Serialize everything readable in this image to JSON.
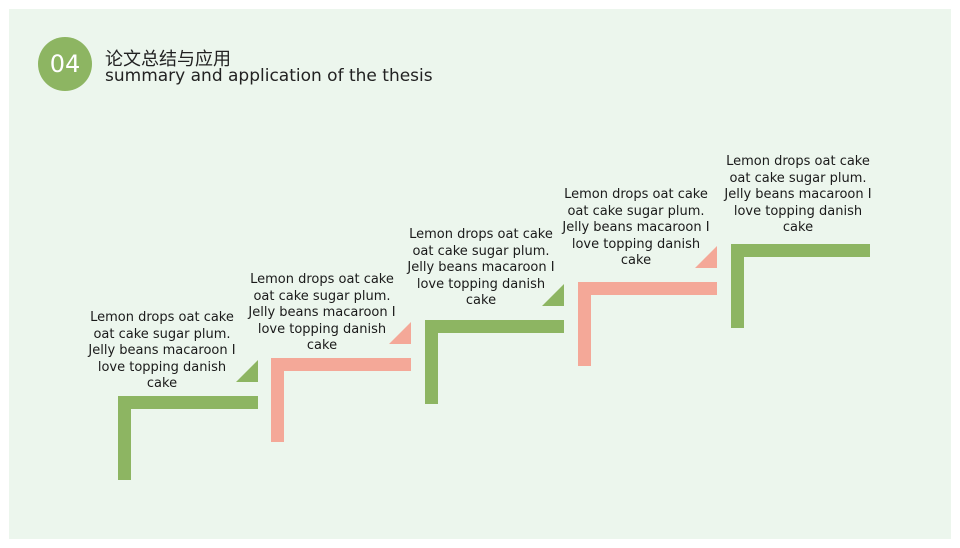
{
  "header": {
    "number": "04",
    "title_cn": "论文总结与应用",
    "title_en": "summary and application of the thesis"
  },
  "colors": {
    "background": "#ecf6ed",
    "green": "#8db562",
    "pink": "#f4a898"
  },
  "steps": [
    {
      "text": "Lemon drops oat cake oat cake sugar plum. Jelly beans macaroon I love topping danish cake",
      "color": "green"
    },
    {
      "text": "Lemon drops oat cake oat cake sugar plum. Jelly beans macaroon I love topping danish cake",
      "color": "pink"
    },
    {
      "text": "Lemon drops oat cake oat cake sugar plum. Jelly beans macaroon I love topping danish cake",
      "color": "green"
    },
    {
      "text": "Lemon drops oat cake oat cake sugar plum. Jelly beans macaroon I love topping danish cake",
      "color": "pink"
    },
    {
      "text": "Lemon drops oat cake oat cake sugar plum. Jelly beans macaroon I love topping danish cake",
      "color": "green"
    }
  ]
}
